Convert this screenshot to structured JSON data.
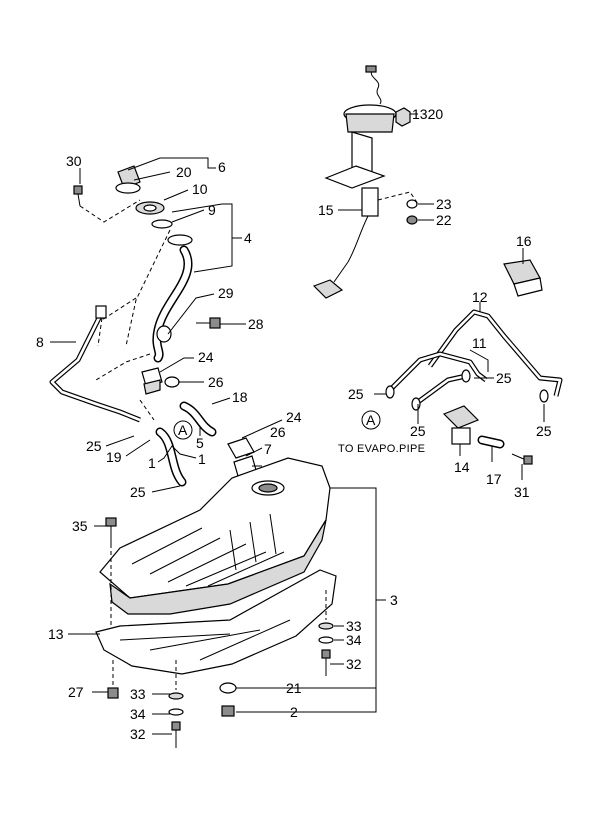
{
  "labels": {
    "p1320": "1320",
    "p30": "30",
    "p20": "20",
    "p6": "6",
    "p10": "10",
    "p9": "9",
    "p4": "4",
    "p15": "15",
    "p23": "23",
    "p22": "22",
    "p16": "16",
    "p29": "29",
    "p28": "28",
    "p8": "8",
    "p12": "12",
    "p24a": "24",
    "p26a": "26",
    "p18": "18",
    "p11": "11",
    "p25a": "25",
    "p25b": "25",
    "p24b": "24",
    "p26b": "26",
    "p7": "7",
    "p5": "5",
    "p25c": "25",
    "p19": "19",
    "p1a": "1",
    "p1b": "1",
    "p25d": "25",
    "p25e": "25",
    "p14": "14",
    "p17": "17",
    "p31": "31",
    "p25f": "25",
    "p35": "35",
    "p3": "3",
    "p13": "13",
    "p33a": "33",
    "p34a": "34",
    "p32a": "32",
    "p21": "21",
    "p2": "2",
    "p27": "27",
    "p33b": "33",
    "p34b": "34",
    "p32b": "32"
  },
  "callouts": {
    "ref_a": "A",
    "evapo_note": "TO EVAPO.PIPE"
  }
}
